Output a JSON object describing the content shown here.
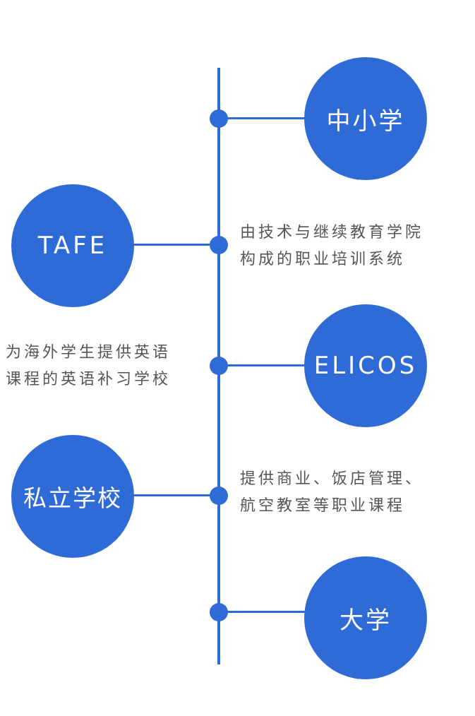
{
  "colors": {
    "accent": "#2f6bd6",
    "text": "#555555"
  },
  "nodes": [
    {
      "label": "中小学"
    },
    {
      "label": "TAFE"
    },
    {
      "label": "ELICOS"
    },
    {
      "label": "私立学校"
    },
    {
      "label": "大学"
    }
  ],
  "descriptions": {
    "tafe": [
      "由技术与继续教育学院",
      "构成的职业培训系统"
    ],
    "elicos": [
      "为海外学生提供英语",
      "课程的英语补习学校"
    ],
    "private": [
      "提供商业、饭店管理、",
      "航空教室等职业课程"
    ]
  }
}
